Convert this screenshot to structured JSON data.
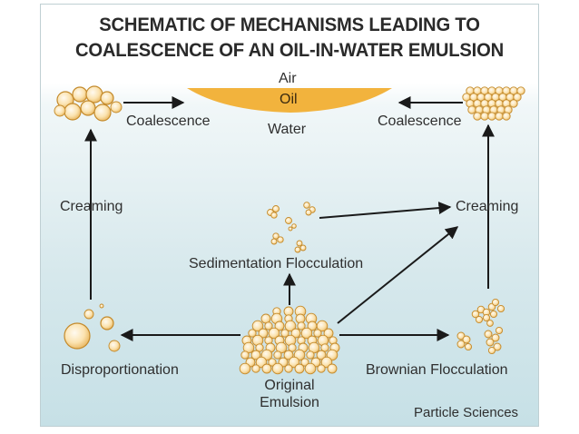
{
  "title": {
    "line1": "SCHEMATIC OF MECHANISMS LEADING TO",
    "line2": "COALESCENCE OF AN OIL-IN-WATER EMULSION"
  },
  "interface": {
    "air": "Air",
    "oil": "Oil",
    "water": "Water"
  },
  "labels": {
    "coalescence_left": "Coalescence",
    "coalescence_right": "Coalescence",
    "creaming_left": "Creaming",
    "creaming_right": "Creaming",
    "sedimentation": "Sedimentation Flocculation",
    "disproportionation": "Disproportionation",
    "original_line1": "Original",
    "original_line2": "Emulsion",
    "brownian": "Brownian Flocculation"
  },
  "credit": "Particle Sciences",
  "colors": {
    "oil": "#f2b33d",
    "droplet_fill": "#fbe3b0",
    "droplet_stroke": "#c48a2b",
    "arrow": "#1a1a1a",
    "background_top": "#ffffff",
    "background_bottom": "#c6e0e6"
  }
}
